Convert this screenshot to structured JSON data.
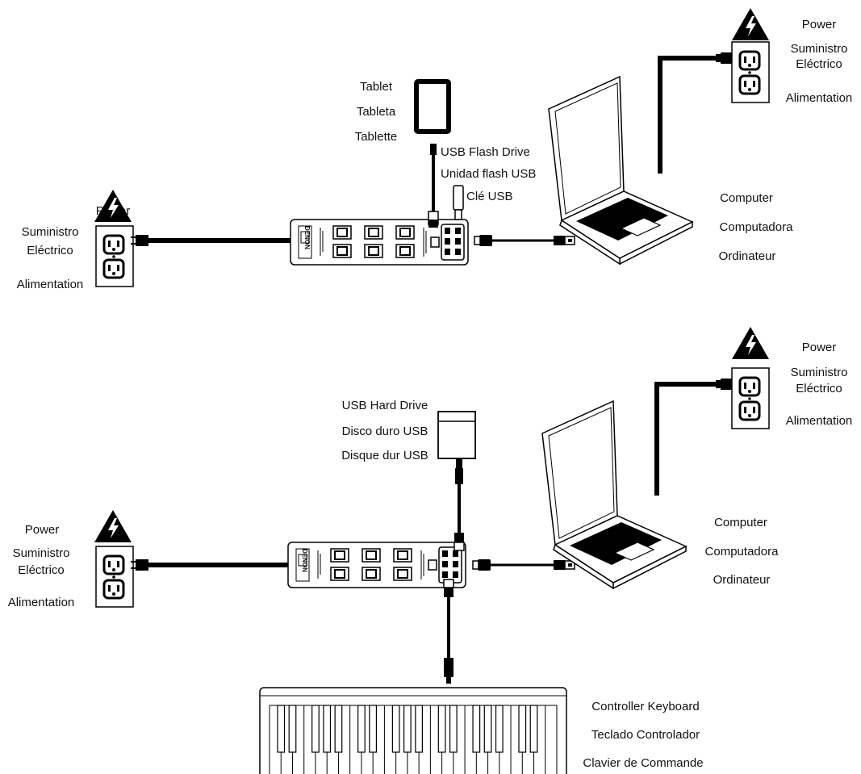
{
  "top": {
    "power_left": [
      "Power",
      "Suministro",
      "Eléctrico",
      "Alimentation"
    ],
    "tablet": [
      "Tablet",
      "Tableta",
      "Tablette"
    ],
    "flash": [
      "USB Flash Drive",
      "Unidad flash USB",
      "Clé USB"
    ],
    "computer": [
      "Computer",
      "Computadora",
      "Ordinateur"
    ],
    "power_right": [
      "Power",
      "Suministro",
      "Eléctrico",
      "Alimentation"
    ],
    "brand": "DENON"
  },
  "bottom": {
    "power_left": [
      "Power",
      "Suministro",
      "Eléctrico",
      "Alimentation"
    ],
    "hard_drive": [
      "USB Hard Drive",
      "Disco duro USB",
      "Disque dur USB"
    ],
    "computer": [
      "Computer",
      "Computadora",
      "Ordinateur"
    ],
    "power_right": [
      "Power",
      "Suministro",
      "Eléctrico",
      "Alimentation"
    ],
    "keyboard": [
      "Controller Keyboard",
      "Teclado Controlador",
      "Clavier de Commande"
    ],
    "brand": "DENON"
  },
  "icons": [
    "lightning-warning-icon",
    "wall-outlet-icon",
    "power-strip-icon",
    "laptop-icon",
    "tablet-icon",
    "usb-flash-drive-icon",
    "usb-hard-drive-icon",
    "controller-keyboard-icon",
    "usb-plug-icon"
  ]
}
